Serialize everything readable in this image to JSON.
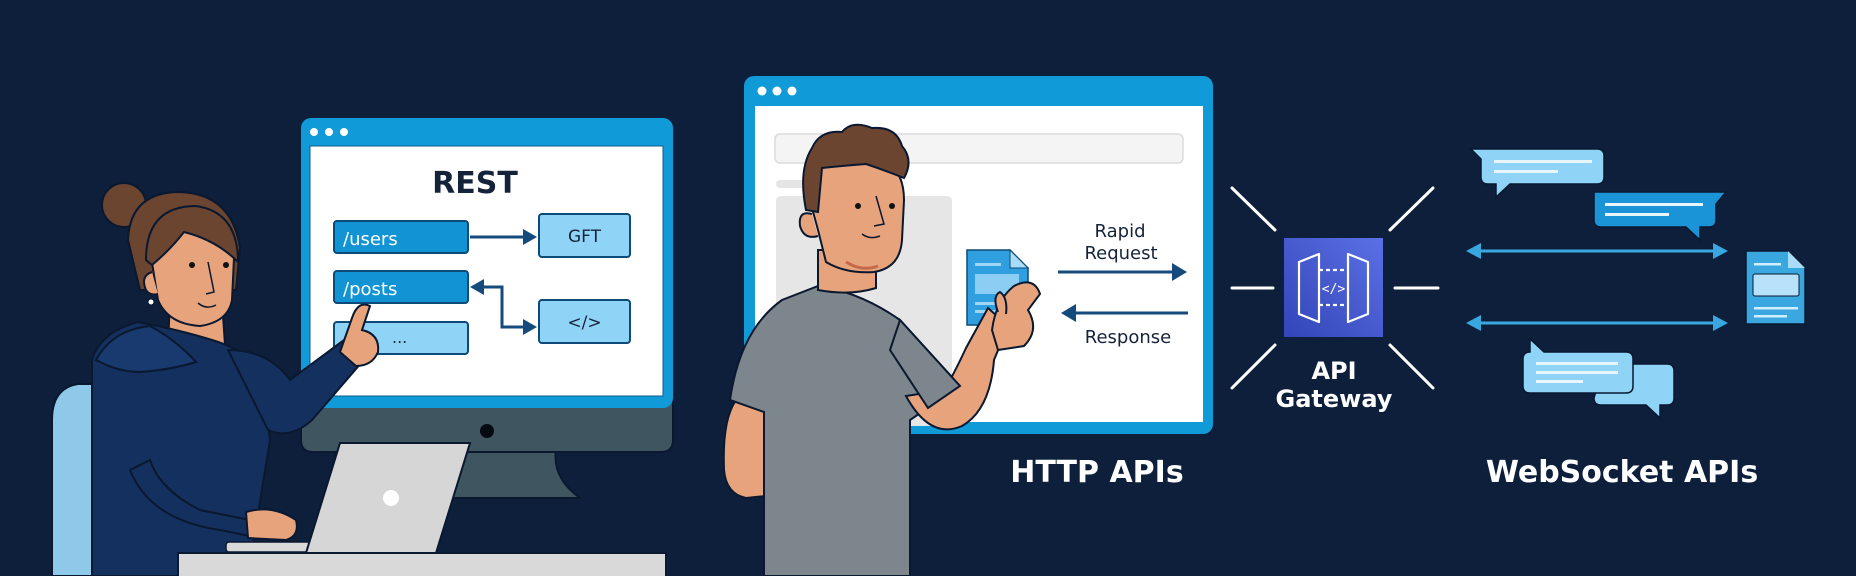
{
  "colors": {
    "background": "#0d1f3a",
    "frame_blue": "#109bd8",
    "endpoint_blue": "#1193d4",
    "light_blue": "#8fd3f6",
    "arrow_navy": "#154a7c",
    "gateway_blue": "#3d51c8",
    "ws_blue": "#3aa7e0",
    "hoodie": "#14305e",
    "skin": "#e7a37c",
    "shirt": "#7d858d"
  },
  "rest_panel": {
    "title": "REST",
    "endpoints": [
      {
        "label": "/users",
        "target": "GFT"
      },
      {
        "label": "/posts",
        "target": "</>"
      },
      {
        "label": "..."
      }
    ]
  },
  "http_panel": {
    "request_label_line1": "Rapid",
    "request_label_line2": "Request",
    "response_label": "Response",
    "caption": "HTTP APIs"
  },
  "gateway": {
    "label_line1": "API",
    "label_line2": "Gateway",
    "icon": "api-gateway-icon"
  },
  "websocket_panel": {
    "caption": "WebSocket APIs",
    "icons": [
      "chat-bubble-icon",
      "chat-bubble-icon",
      "bidirectional-arrow-icon",
      "bidirectional-arrow-icon",
      "document-icon",
      "chat-bubbles-icon"
    ]
  }
}
